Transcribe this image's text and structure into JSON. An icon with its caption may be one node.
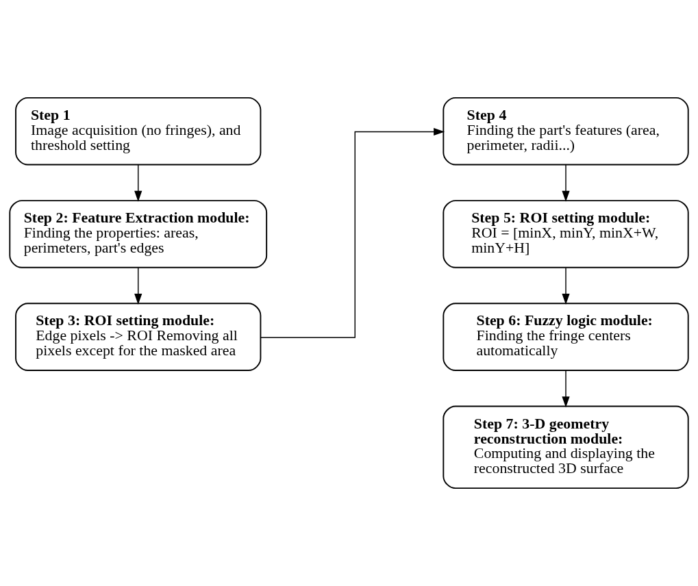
{
  "diagram": {
    "nodes": [
      {
        "text": [
          "Step 1",
          "Image acquisition (no fringes), and threshold setting"
        ]
      },
      {
        "text": [
          "Step 2: Feature Extraction module:",
          "Finding the properties: areas, perimeters, part's edges"
        ]
      },
      {
        "text": [
          "Step 3: ROI setting module:",
          "Edge pixels -> ROI Removing all pixels except for the masked area"
        ]
      },
      {
        "text": [
          "Step 4",
          "Finding the part's features (area, perimeter, radii...)"
        ]
      },
      {
        "text": [
          "Step 5: ROI setting module:",
          "ROI = [minX, minY, minX+W, minY+H]"
        ]
      },
      {
        "text": [
          "Step 6: Fuzzy logic module:",
          "Finding the fringe centers automatically"
        ]
      },
      {
        "text": [
          "Step 7: 3-D geometry reconstruction module:",
          "Computing and displaying the reconstructed 3D surface"
        ]
      }
    ],
    "edges": [
      {
        "from": 0,
        "to": 1,
        "arrow": "to"
      },
      {
        "from": 1,
        "to": 2,
        "arrow": "to"
      },
      {
        "from": 2,
        "to": 3,
        "arrow": "to"
      },
      {
        "from": 3,
        "to": 4,
        "arrow": "to"
      },
      {
        "from": 4,
        "to": 5,
        "arrow": "to"
      },
      {
        "from": 5,
        "to": 6,
        "arrow": "to"
      }
    ]
  }
}
